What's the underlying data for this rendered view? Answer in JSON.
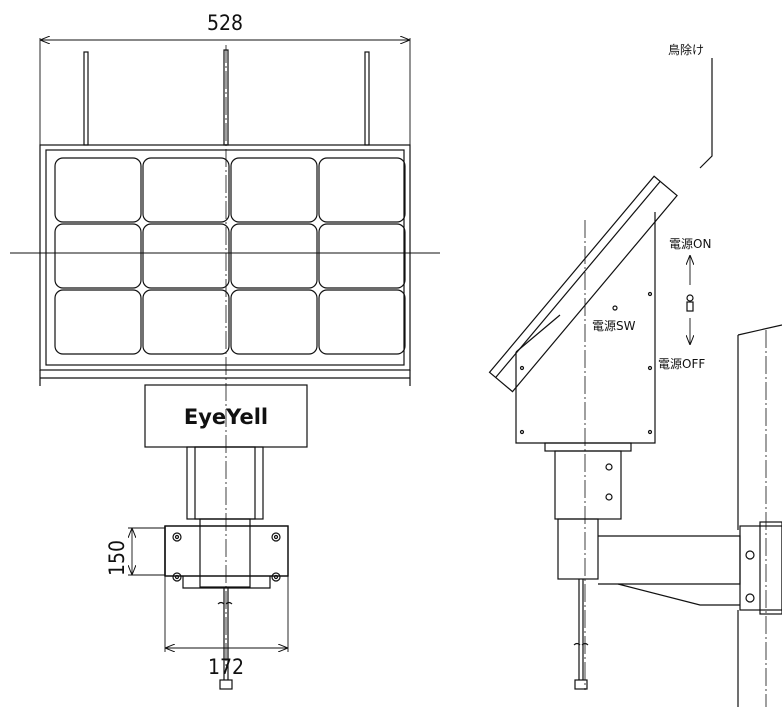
{
  "dimensions": {
    "panel_width": "528",
    "bracket_height": "150",
    "bracket_width": "172"
  },
  "brand": "EyeYell",
  "labels": {
    "bird_repellent": "鳥除け",
    "power_on": "電源ON",
    "power_switch": "電源SW",
    "power_off": "電源OFF"
  }
}
